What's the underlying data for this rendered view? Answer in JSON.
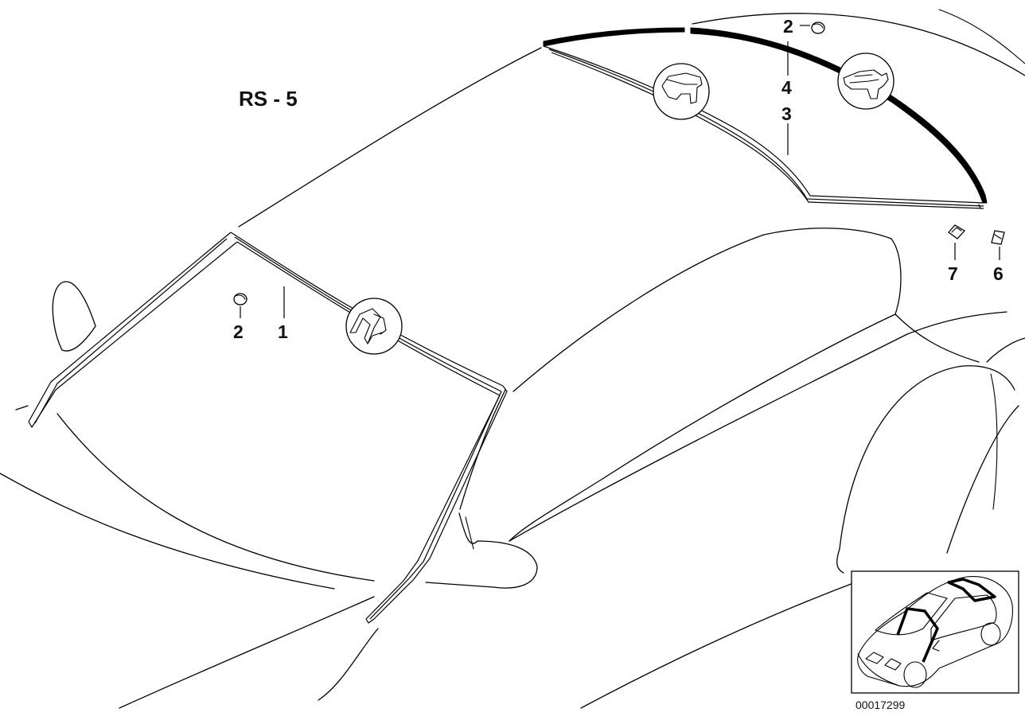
{
  "diagram": {
    "title": "RS - 5",
    "drawing_number": "00017299"
  },
  "callouts": [
    {
      "id": "windscreen-seal",
      "label": "1"
    },
    {
      "id": "plug-front",
      "label": "2"
    },
    {
      "id": "plug-rear",
      "label": "2"
    },
    {
      "id": "rear-window-seal",
      "label": "3"
    },
    {
      "id": "rear-window-moulding",
      "label": "4"
    },
    {
      "id": "clip-6",
      "label": "6"
    },
    {
      "id": "clip-7",
      "label": "7"
    }
  ]
}
